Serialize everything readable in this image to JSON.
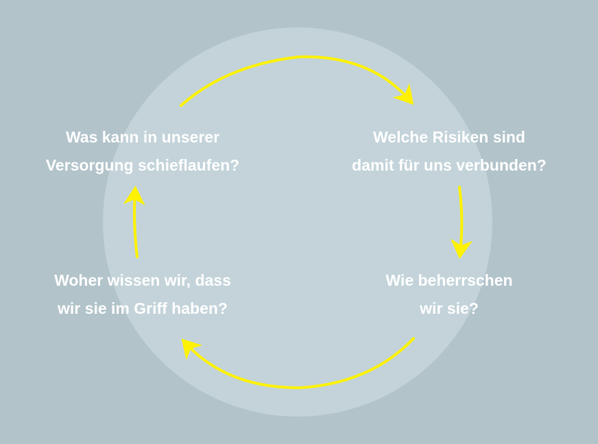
{
  "diagram": {
    "type": "cycle",
    "colors": {
      "background": "#b2c3ca",
      "circle": "#c3d3d9",
      "arrow": "#fff200",
      "text": "#ffffff"
    },
    "steps": [
      {
        "position": "top-left",
        "lines": [
          "Was kann in unserer",
          "Versorgung schieflaufen?"
        ]
      },
      {
        "position": "top-right",
        "lines": [
          "Welche Risiken sind",
          "damit für uns verbunden?"
        ]
      },
      {
        "position": "bottom-right",
        "lines": [
          "Wie beherrschen",
          "wir sie?"
        ]
      },
      {
        "position": "bottom-left",
        "lines": [
          "Woher wissen wir, dass",
          "wir sie im Griff haben?"
        ]
      }
    ],
    "arrows": [
      {
        "from": "top-left",
        "to": "top-right",
        "direction": "clockwise"
      },
      {
        "from": "top-right",
        "to": "bottom-right",
        "direction": "clockwise"
      },
      {
        "from": "bottom-right",
        "to": "bottom-left",
        "direction": "clockwise"
      },
      {
        "from": "bottom-left",
        "to": "top-left",
        "direction": "clockwise"
      }
    ]
  }
}
